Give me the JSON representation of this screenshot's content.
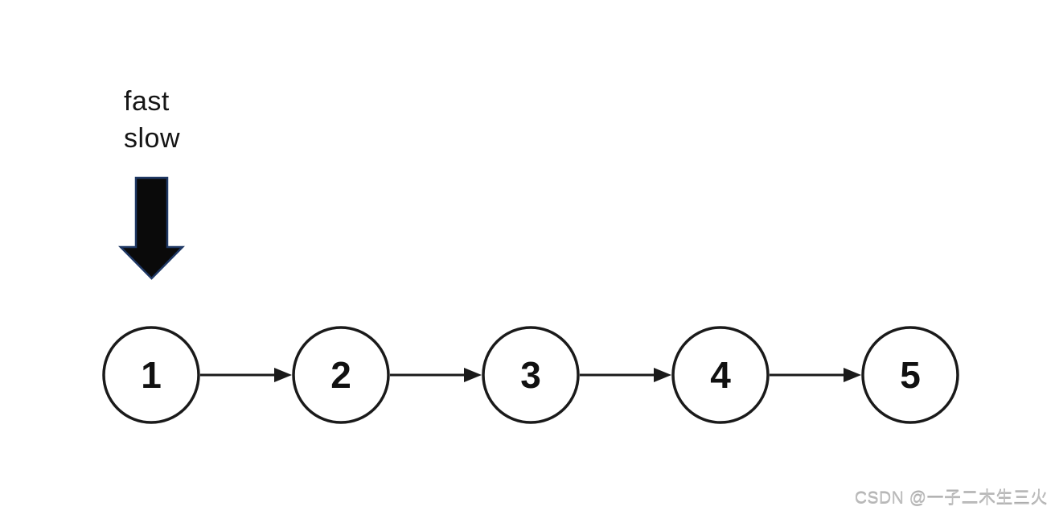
{
  "pointers": {
    "labels": [
      "fast",
      "slow"
    ],
    "arrow_icon": "block-arrow-down",
    "arrow_fill": "#0a0a0a",
    "arrow_outline": "#1f3864",
    "target_node": "1"
  },
  "linked_list": {
    "type": "singly-linked-list",
    "nodes": [
      "1",
      "2",
      "3",
      "4",
      "5"
    ],
    "node_fill": "#ffffff",
    "node_stroke": "#1a1a1a",
    "arrow_color": "#1a1a1a"
  },
  "watermark": {
    "text": "CSDN @一子二木生三火",
    "color": "#bdbdbd"
  }
}
